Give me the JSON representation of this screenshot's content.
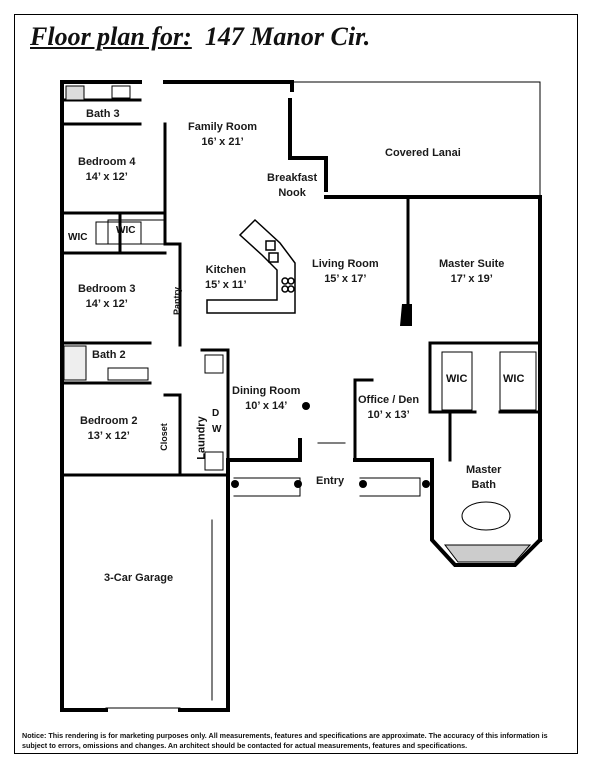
{
  "title": {
    "prefix": "Floor plan for:",
    "address": "147 Manor Cir."
  },
  "rooms": {
    "bath3": {
      "name": "Bath 3"
    },
    "family": {
      "name": "Family Room",
      "dims": "16’ x 21’"
    },
    "lanai": {
      "name": "Covered Lanai"
    },
    "bedroom4": {
      "name": "Bedroom 4",
      "dims": "14’ x 12’"
    },
    "breakfast": {
      "name": "Breakfast",
      "name2": "Nook"
    },
    "wic1": {
      "name": "WIC"
    },
    "wic2": {
      "name": "WIC"
    },
    "kitchen": {
      "name": "Kitchen",
      "dims": "15’ x 11’"
    },
    "living": {
      "name": "Living Room",
      "dims": "15’ x 17’"
    },
    "master_suite": {
      "name": "Master Suite",
      "dims": "17’ x 19’"
    },
    "bedroom3": {
      "name": "Bedroom 3",
      "dims": "14’ x 12’"
    },
    "pantry": {
      "name": "Pantry"
    },
    "bath2": {
      "name": "Bath 2"
    },
    "wic3": {
      "name": "WIC"
    },
    "wic4": {
      "name": "WIC"
    },
    "dining": {
      "name": "Dining Room",
      "dims": "10’ x 14’"
    },
    "office": {
      "name": "Office / Den",
      "dims": "10’ x 13’"
    },
    "bedroom2": {
      "name": "Bedroom 2",
      "dims": "13’ x 12’"
    },
    "closet": {
      "name": "Closet"
    },
    "laundry": {
      "name": "Laundry"
    },
    "d": {
      "name": "D"
    },
    "w": {
      "name": "W"
    },
    "entry": {
      "name": "Entry"
    },
    "master_bath": {
      "name": "Master",
      "name2": "Bath"
    },
    "garage": {
      "name": "3-Car Garage"
    }
  },
  "notice": "Notice:  This rendering is for marketing purposes only. All measurements, features and specifications are approximate. The accuracy of this information is subject to errors, omissions and changes. An architect should be contacted for actual measurements, features and specifications."
}
